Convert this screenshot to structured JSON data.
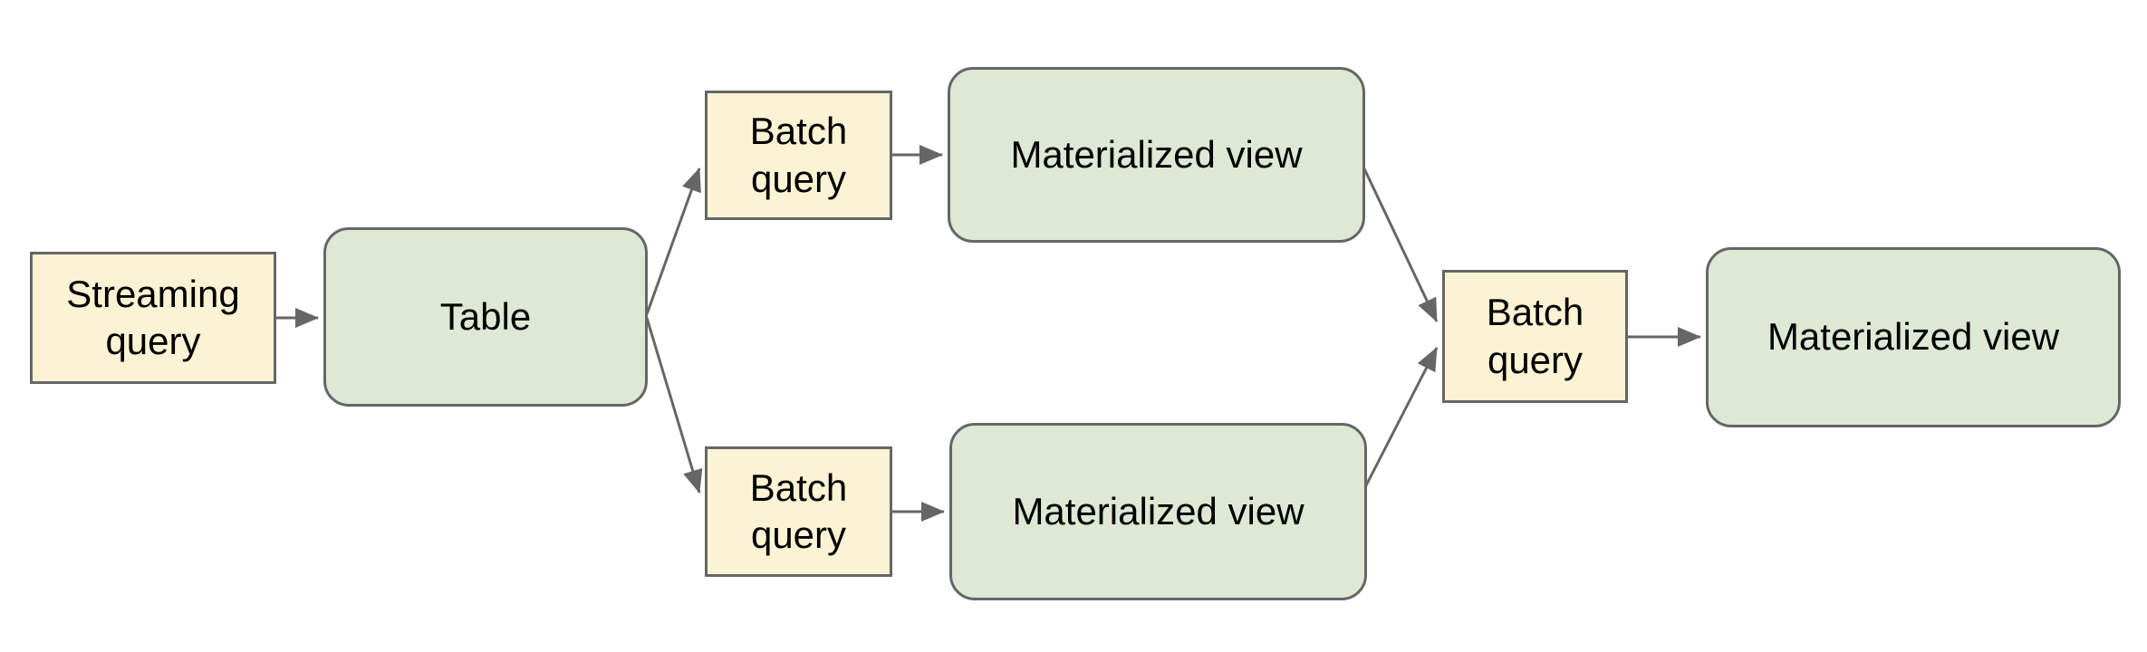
{
  "palette": {
    "canvas_bg": "#FFFFFF",
    "query_fill": "#FBF3D3",
    "store_fill": "#DDE8D5",
    "node_border": "#666666",
    "connector_color": "#666666",
    "text_color": "#000000"
  },
  "nodes": {
    "streaming_query": {
      "type": "query",
      "label": "Streaming query",
      "line1": "Streaming",
      "line2": "query"
    },
    "table": {
      "type": "store",
      "label": "Table",
      "line1": "Table"
    },
    "batch_query_top": {
      "type": "query",
      "label": "Batch query",
      "line1": "Batch",
      "line2": "query"
    },
    "materialized_view_top": {
      "type": "store",
      "label": "Materialized view",
      "line1": "Materialized view"
    },
    "batch_query_bottom": {
      "type": "query",
      "label": "Batch query",
      "line1": "Batch",
      "line2": "query"
    },
    "materialized_view_bottom": {
      "type": "store",
      "label": "Materialized view",
      "line1": "Materialized view"
    },
    "batch_query_right": {
      "type": "query",
      "label": "Batch query",
      "line1": "Batch",
      "line2": "query"
    },
    "materialized_view_right": {
      "type": "store",
      "label": "Materialized view",
      "line1": "Materialized view"
    }
  },
  "edges": [
    {
      "from": "streaming_query",
      "to": "table"
    },
    {
      "from": "table",
      "to": "batch_query_top"
    },
    {
      "from": "table",
      "to": "batch_query_bottom"
    },
    {
      "from": "batch_query_top",
      "to": "materialized_view_top"
    },
    {
      "from": "batch_query_bottom",
      "to": "materialized_view_bottom"
    },
    {
      "from": "materialized_view_top",
      "to": "batch_query_right"
    },
    {
      "from": "materialized_view_bottom",
      "to": "batch_query_right"
    },
    {
      "from": "batch_query_right",
      "to": "materialized_view_right"
    }
  ]
}
